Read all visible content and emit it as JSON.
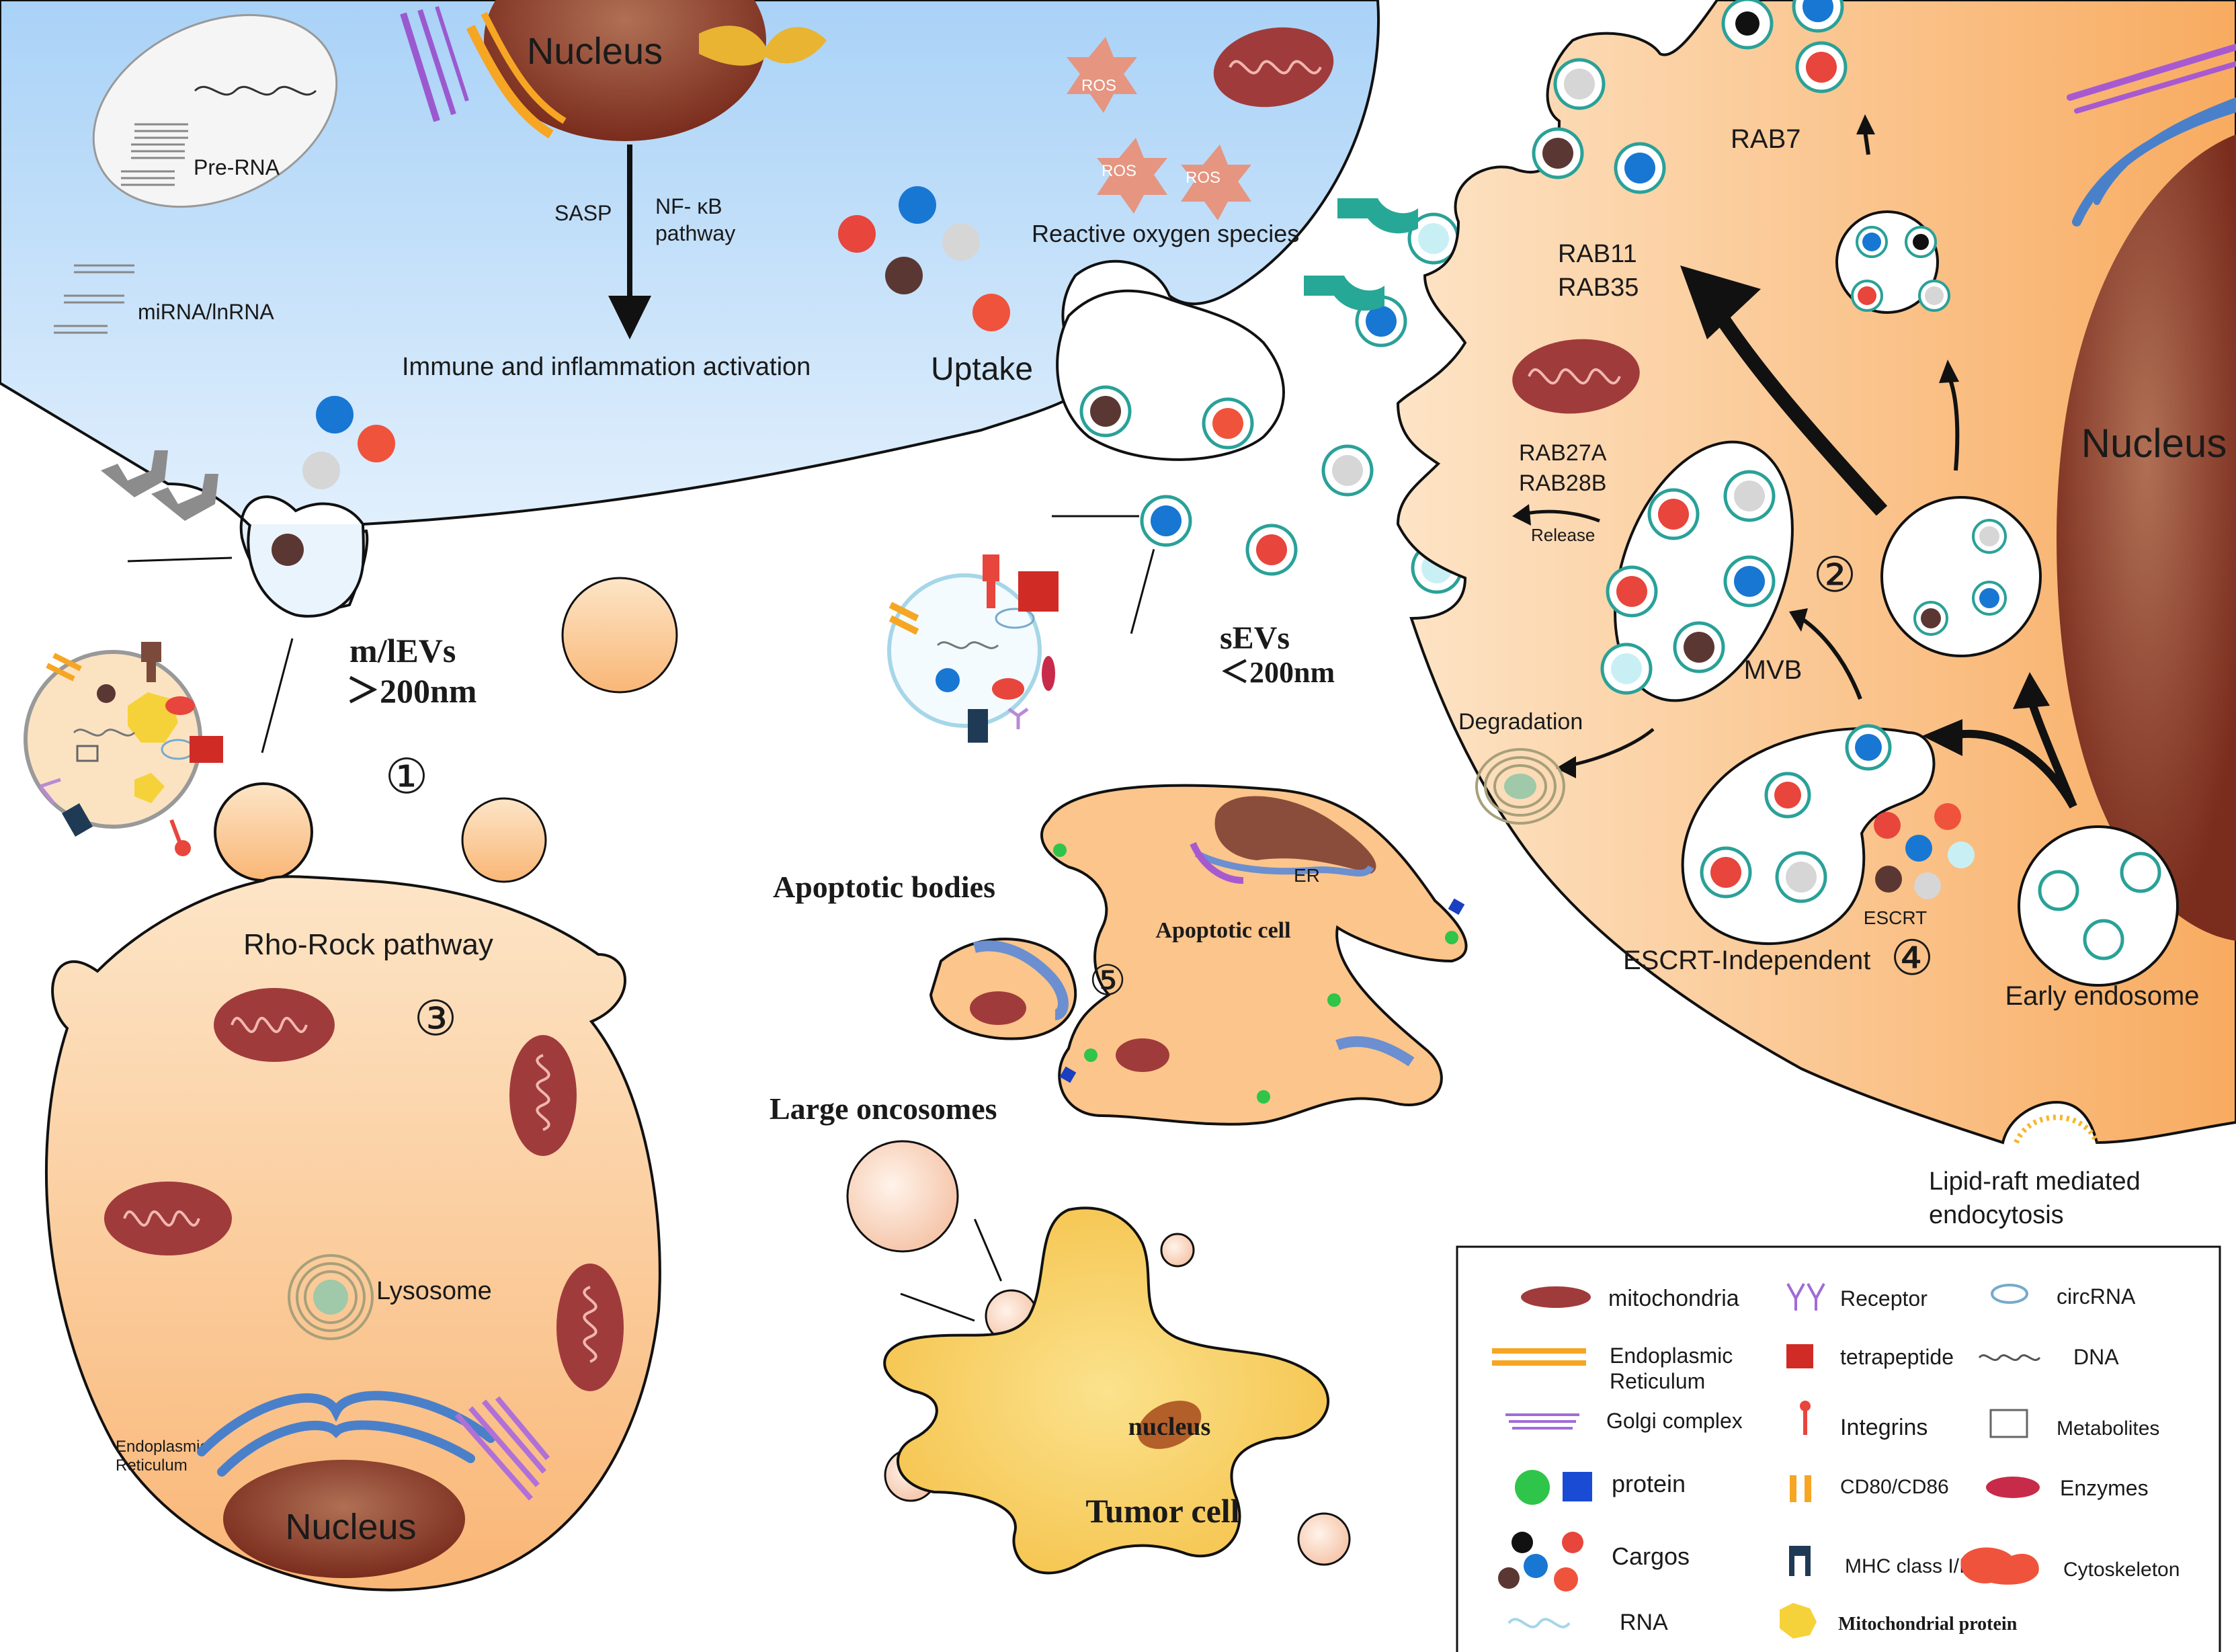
{
  "top_cell": {
    "nucleus": "Nucleus",
    "pre_rna": "Pre-RNA",
    "mirna": "miRNA/lnRNA",
    "sasp": "SASP",
    "nfkb": "NF- κB",
    "pathway": "pathway",
    "immune": "Immune and inflammation activation",
    "ros": "ROS",
    "reactive": "Reactive  oxygen species",
    "uptake": "Uptake"
  },
  "ev_labels": {
    "mlevs": "m/lEVs",
    "mlevs_size": "＞200nm",
    "sevs": "sEVs",
    "sevs_size": "＜200nm",
    "circle1": "①",
    "circle2": "②",
    "circle3": "③",
    "circle4": "④",
    "circle5": "⑤"
  },
  "left_cell": {
    "rho": "Rho-Rock pathway",
    "lysosome": "Lysosome",
    "er": "Endoplasmic",
    "er2": "Reticulum",
    "nucleus": "Nucleus"
  },
  "middle": {
    "apoptotic_bodies": "Apoptotic bodies",
    "apoptotic_cell": "Apoptotic cell",
    "er": "ER",
    "large_oncosomes": "Large oncosomes",
    "nucleus": "nucleus",
    "tumor_cell": "Tumor cell"
  },
  "right_cell": {
    "nucleus": "Nucleus",
    "rab7": "RAB7",
    "rab11": "RAB11",
    "rab35": "RAB35",
    "rab27a": "RAB27A",
    "rab28b": "RAB28B",
    "release": "Release",
    "mvb": "MVB",
    "degradation": "Degradation",
    "escrt": "ESCRT",
    "escrt_indep": "ESCRT-Independent",
    "early_endosome": "Early endosome",
    "lipid_raft": "Lipid-raft mediated",
    "endocytosis": "endocytosis"
  },
  "legend": {
    "mitochondria": "mitochondria",
    "receptor": "Receptor",
    "circrna": "circRNA",
    "er1": "Endoplasmic",
    "er2": "Reticulum",
    "tetrapeptide": "tetrapeptide",
    "dna": "DNA",
    "golgi": "Golgi complex",
    "integrins": "Integrins",
    "metabolites": "Metabolites",
    "protein": "protein",
    "cd80": "CD80/CD86",
    "enzymes": "Enzymes",
    "cargos": "Cargos",
    "mhc": "MHC class I/II",
    "cytoskeleton": "Cytoskeleton",
    "rna": "RNA",
    "mito_protein": "Mitochondrial protein"
  },
  "colors": {
    "cell_orange": "#fbcfa0",
    "top_blue": "#cfe6fb",
    "mito": "#a03b3b",
    "red": "#e8453c",
    "blue": "#1877d2",
    "grey": "#d6d6d6",
    "brown": "#5b3733",
    "teal": "#27a896",
    "tumor": "#f7cc5c"
  }
}
